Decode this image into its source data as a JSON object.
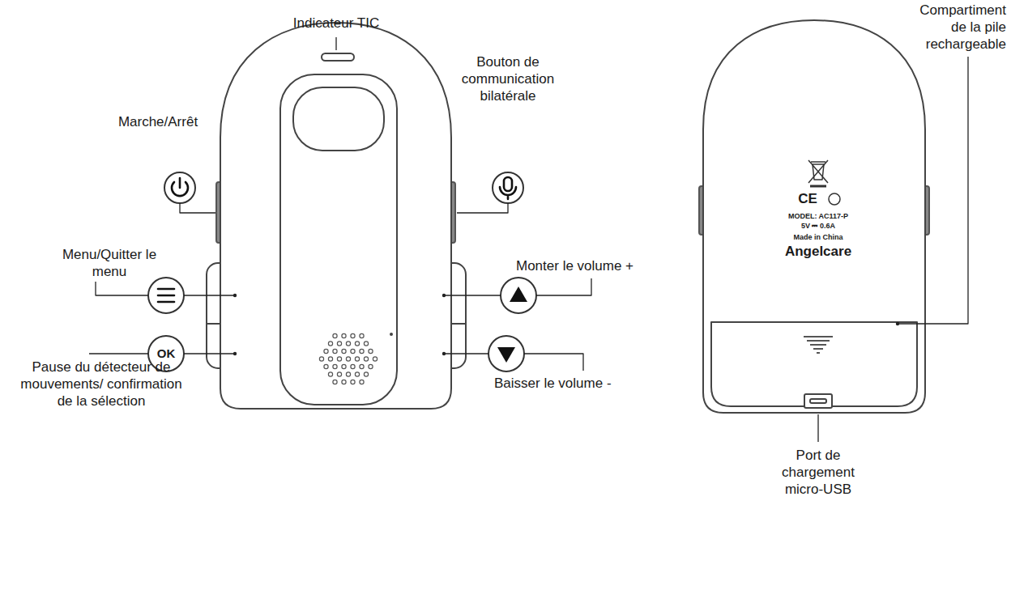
{
  "diagram": {
    "labels": [
      "Indicateur TIC",
      "Marche/Arrêt",
      "Bouton de communication bilatérale",
      "Compartiment de la pile rechargeable",
      "Menu/Quitter le menu",
      "OK",
      "Monter le volume +",
      "Pause du détecteur de mouvements/ confirmation de la sélection",
      "Baisser le volume -",
      "Port de chargement micro-USB",
      "CE",
      "MODEL: AC117-P",
      "5V ⎓ 0.6A",
      "Made in China",
      "Angelcare"
    ]
  }
}
